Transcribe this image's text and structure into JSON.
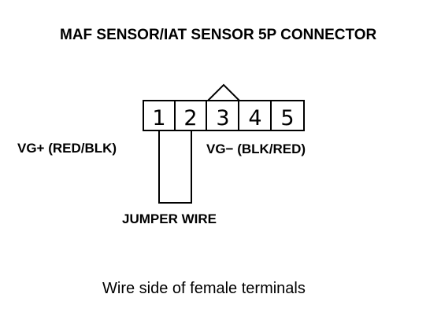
{
  "title": "MAF SENSOR/IAT SENSOR 5P CONNECTOR",
  "connector": {
    "pins": [
      "1",
      "2",
      "3",
      "4",
      "5"
    ]
  },
  "labels": {
    "vg_plus": "VG+ (RED/BLK)",
    "vg_minus": "VG− (BLK/RED)",
    "jumper": "JUMPER WIRE"
  },
  "caption": "Wire side of female terminals"
}
